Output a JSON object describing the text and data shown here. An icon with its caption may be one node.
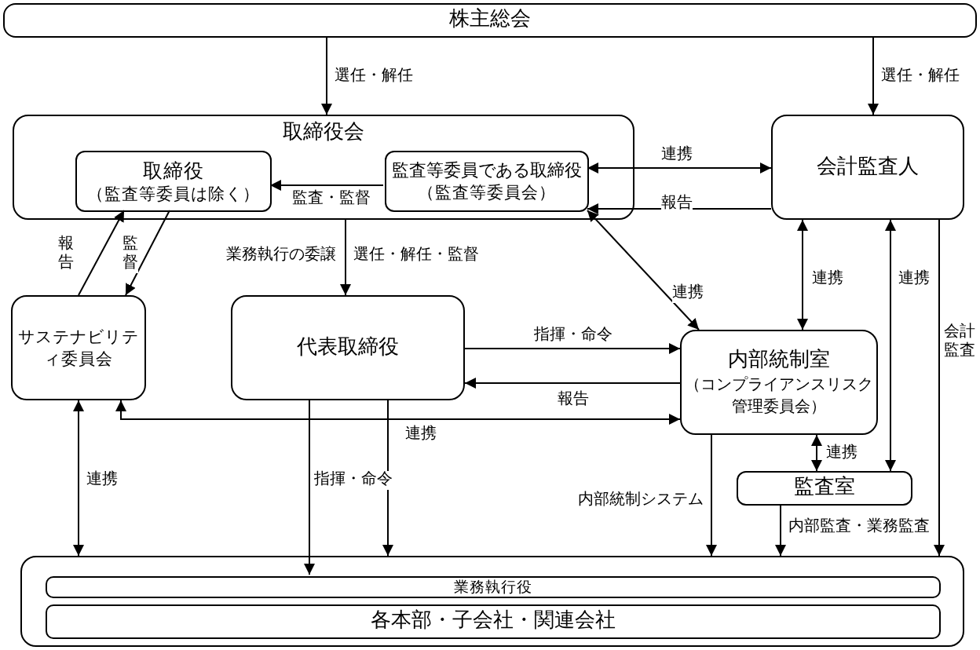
{
  "diagram": {
    "nodes": [
      {
        "text": [
          "株主総会"
        ]
      },
      {
        "text": [
          "取締役会"
        ]
      },
      {
        "text": [
          "取締役",
          "（監査等委員は除く）"
        ],
        "in": 1
      },
      {
        "text": [
          "監査等委員である取締役",
          "（監査等委員会）"
        ],
        "in": 1
      },
      {
        "text": [
          "会計監査人"
        ]
      },
      {
        "text": [
          "サステナビリティ委員会"
        ]
      },
      {
        "text": [
          "代表取締役"
        ]
      },
      {
        "text": [
          "内部統制室",
          "（コンプライアンスリスク管理委員会）"
        ]
      },
      {
        "text": [
          "監査室"
        ]
      },
      {
        "text": [],
        "shape": "box"
      },
      {
        "text": [
          "業務執行役"
        ],
        "in": 9
      },
      {
        "text": [
          "各本部・子会社・関連会社"
        ],
        "in": 9
      }
    ],
    "edges": [
      {
        "from": 0,
        "to": 1,
        "arrow": "to",
        "label": "選任・解任"
      },
      {
        "from": 0,
        "to": 4,
        "arrow": "to",
        "label": "選任・解任"
      },
      {
        "from": 3,
        "to": 4,
        "arrow": "both",
        "label": "連携"
      },
      {
        "from": 4,
        "to": 3,
        "arrow": "to",
        "label": "報告"
      },
      {
        "from": 3,
        "to": 2,
        "arrow": "to",
        "label": "監査・監督"
      },
      {
        "from": 5,
        "to": 2,
        "arrow": "to",
        "label": "報告"
      },
      {
        "from": 2,
        "to": 5,
        "arrow": "to",
        "label": "監督"
      },
      {
        "from": 1,
        "to": 6,
        "arrow": "to",
        "label": "業務執行の委譲"
      },
      {
        "from": 3,
        "to": 7,
        "arrow": "both",
        "label": "連携"
      },
      {
        "from": 6,
        "to": 7,
        "arrow": "to",
        "label": "指揮・命令"
      },
      {
        "from": 7,
        "to": 6,
        "arrow": "to",
        "label": "報告"
      },
      {
        "from": 7,
        "to": 5,
        "arrow": "both",
        "label": "連携"
      },
      {
        "from": 4,
        "to": 7,
        "arrow": "both",
        "label": "連携"
      },
      {
        "from": 8,
        "to": 4,
        "arrow": "both",
        "label": "連携"
      },
      {
        "from": 7,
        "to": 8,
        "arrow": "both",
        "label": "連携"
      },
      {
        "from": 4,
        "to": 9,
        "arrow": "to",
        "label": "会計監査"
      },
      {
        "from": 5,
        "to": 9,
        "arrow": "both",
        "label": "連携"
      },
      {
        "from": 6,
        "to": 10,
        "arrow": "to",
        "label": "指揮・命令"
      },
      {
        "from": 6,
        "to": 9,
        "arrow": "to"
      },
      {
        "from": 7,
        "to": 9,
        "arrow": "to",
        "label": "内部統制システム"
      },
      {
        "from": 8,
        "to": 9,
        "arrow": "to",
        "label": "内部監査・業務監査"
      }
    ],
    "labels": [
      "選任・解任・監督"
    ]
  }
}
